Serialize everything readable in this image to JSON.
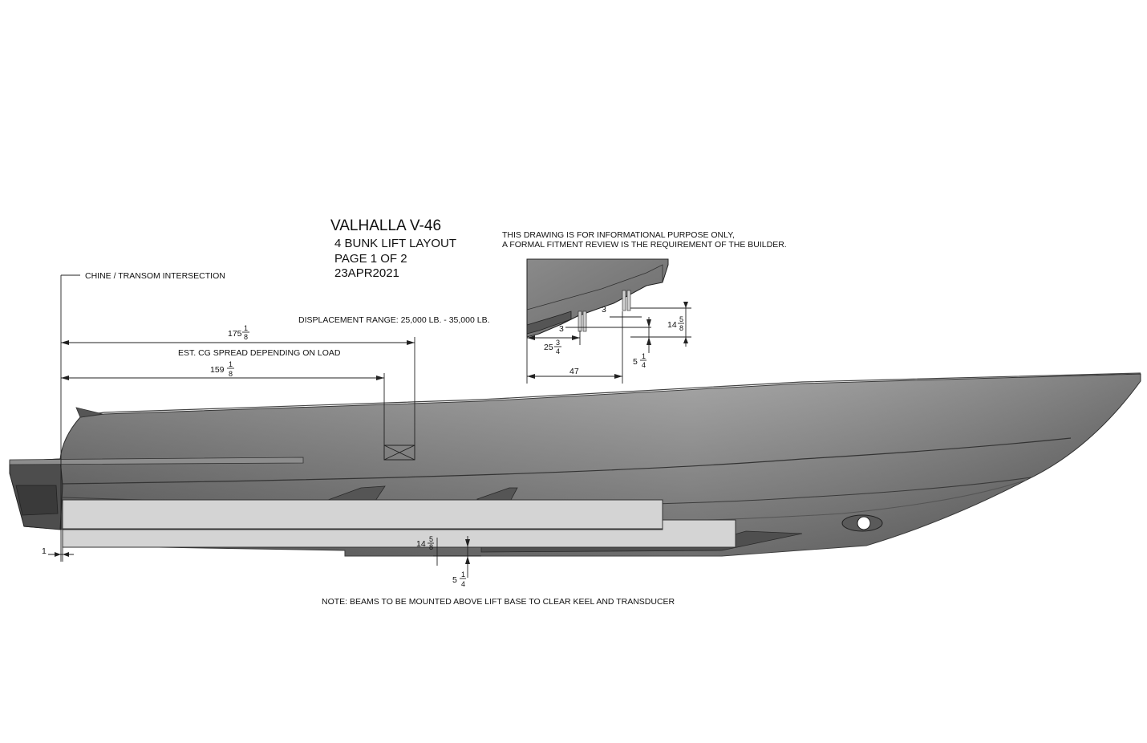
{
  "title": {
    "main": "VALHALLA V-46",
    "line1": "4 BUNK LIFT LAYOUT",
    "line2": "PAGE 1 OF 2",
    "line3": "23APR2021"
  },
  "disclaimer": {
    "line1": "THIS DRAWING IS FOR INFORMATIONAL PURPOSE ONLY,",
    "line2": "A FORMAL FITMENT REVIEW IS THE REQUIREMENT OF THE BUILDER."
  },
  "labels": {
    "chine_transom": "CHINE / TRANSOM INTERSECTION",
    "displacement": "DISPLACEMENT RANGE:  25,000 LB. - 35,000 LB.",
    "cg_spread": "EST. CG SPREAD DEPENDING ON LOAD",
    "note": "NOTE:  BEAMS TO BE MOUNTED ABOVE LIFT BASE TO CLEAR KEEL AND TRANSDUCER"
  },
  "dimensions": {
    "d175": {
      "whole": "175",
      "num": "1",
      "den": "8"
    },
    "d159": {
      "whole": "159",
      "num": "1",
      "den": "8"
    },
    "d14_main": {
      "whole": "14",
      "num": "5",
      "den": "8"
    },
    "d5_main": {
      "whole": "5",
      "num": "1",
      "den": "4"
    },
    "d1": "1",
    "detail_3a": "3",
    "detail_3b": "3",
    "detail_25": {
      "whole": "25",
      "num": "3",
      "den": "4"
    },
    "detail_47": "47",
    "detail_14": {
      "whole": "14",
      "num": "5",
      "den": "8"
    },
    "detail_5": {
      "whole": "5",
      "num": "1",
      "den": "4"
    }
  },
  "colors": {
    "hull_dark": "#4a4a4a",
    "hull_mid": "#7a7a7a",
    "hull_light": "#a6a6a6",
    "bunk": "#d4d4d4",
    "line": "#222222"
  }
}
